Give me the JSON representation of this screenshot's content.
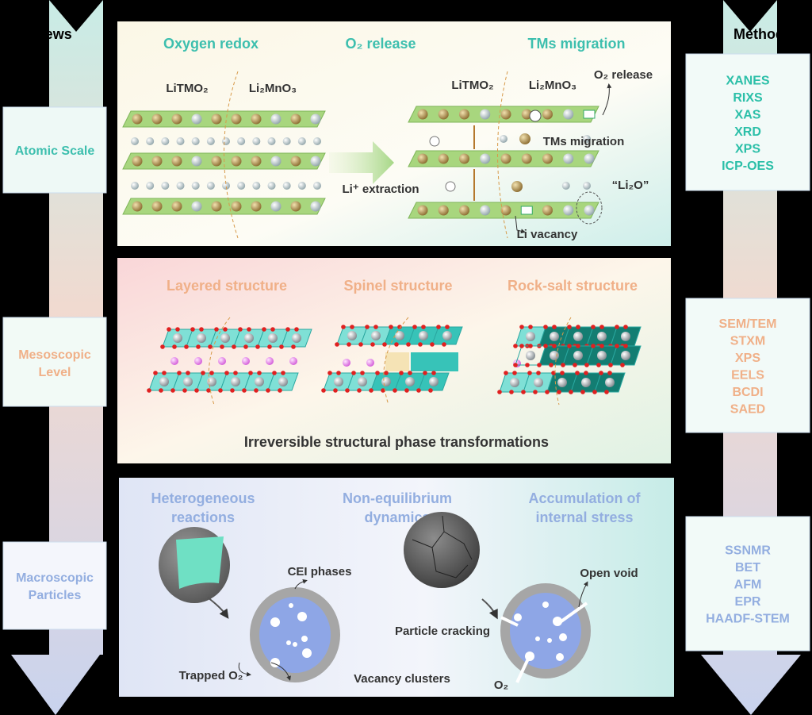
{
  "views": {
    "title": "Views",
    "levels": [
      {
        "label_lines": [
          "Atomic Scale"
        ],
        "color": "#3dbfae"
      },
      {
        "label_lines": [
          "Mesoscopic",
          "Level"
        ],
        "color": "#f0b088"
      },
      {
        "label_lines": [
          "Macroscopic",
          "Particles"
        ],
        "color": "#93aee0"
      }
    ]
  },
  "methods": {
    "title": "Methods",
    "groups": [
      {
        "items": [
          "XANES",
          "RIXS",
          "XAS",
          "XRD",
          "XPS",
          "ICP-OES"
        ],
        "color": "#2bbfa8"
      },
      {
        "items": [
          "SEM/TEM",
          "STXM",
          "XPS",
          "EELS",
          "BCDI",
          "SAED"
        ],
        "color": "#f0b088"
      },
      {
        "items": [
          "SSNMR",
          "BET",
          "AFM",
          "EPR",
          "HAADF-STEM"
        ],
        "color": "#93aee0"
      }
    ]
  },
  "atomic_panel": {
    "titles": [
      "Oxygen redox",
      "O₂ release",
      "TMs migration"
    ],
    "left_labels": [
      "LiTMO₂",
      "Li₂MnO₃"
    ],
    "right_labels": [
      "LiTMO₂",
      "Li₂MnO₃"
    ],
    "annotations": {
      "o2_release": "O₂ release",
      "tms_migration": "TMs migration",
      "li_extraction": "Li⁺ extraction",
      "li2o": "“Li₂O”",
      "li_vacancy": "Li vacancy"
    },
    "title_color": "#3dbfae"
  },
  "meso_panel": {
    "titles": [
      "Layered structure",
      "Spinel structure",
      "Rock-salt structure"
    ],
    "caption": "Irreversible structural phase transformations",
    "title_color": "#f0b088"
  },
  "macro_panel": {
    "titles": [
      [
        "Heterogeneous",
        "reactions"
      ],
      [
        "Non-equilibrium",
        "dynamics"
      ],
      [
        "Accumulation of",
        "internal stress"
      ]
    ],
    "annotations": {
      "cei_phases": "CEI phases",
      "trapped_o2": "Trapped O₂",
      "vacancy_clusters": "Vacancy clusters",
      "particle_cracking": "Particle cracking",
      "open_void": "Open void",
      "o2": "O₂"
    },
    "title_color": "#93aee0"
  }
}
